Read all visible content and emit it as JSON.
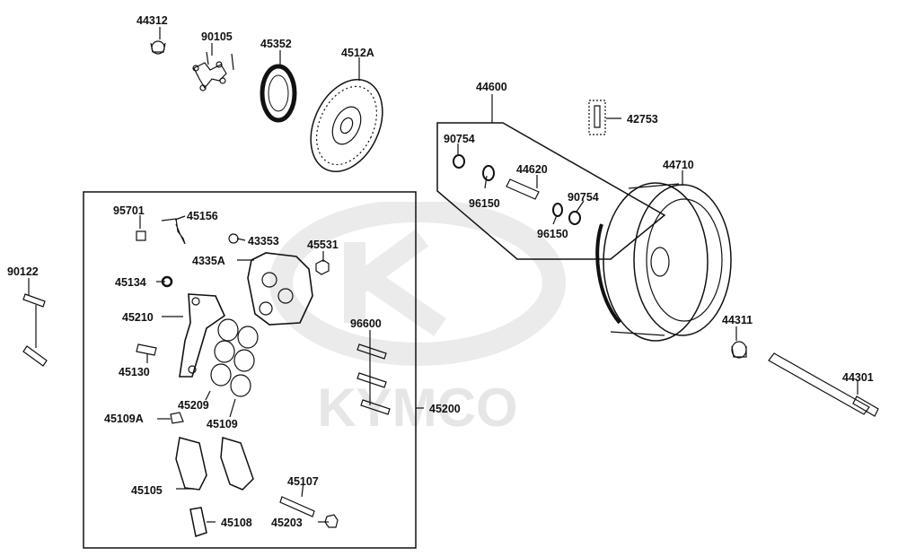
{
  "diagram": {
    "brand_watermark": "KYMCO",
    "colors": {
      "ink": "#111111",
      "watermark": "#e9e9e9",
      "background": "#ffffff"
    },
    "part_numbers": [
      "44312",
      "90105",
      "45352",
      "4512A",
      "44600",
      "42753",
      "90754",
      "96150",
      "44620",
      "90754",
      "44710",
      "96150",
      "95701",
      "45156",
      "43353",
      "45531",
      "4335A",
      "90122",
      "45134",
      "45210",
      "96600",
      "44311",
      "45130",
      "44301",
      "45209",
      "45200",
      "45109A",
      "45109",
      "45105",
      "45107",
      "45108",
      "45203"
    ]
  }
}
